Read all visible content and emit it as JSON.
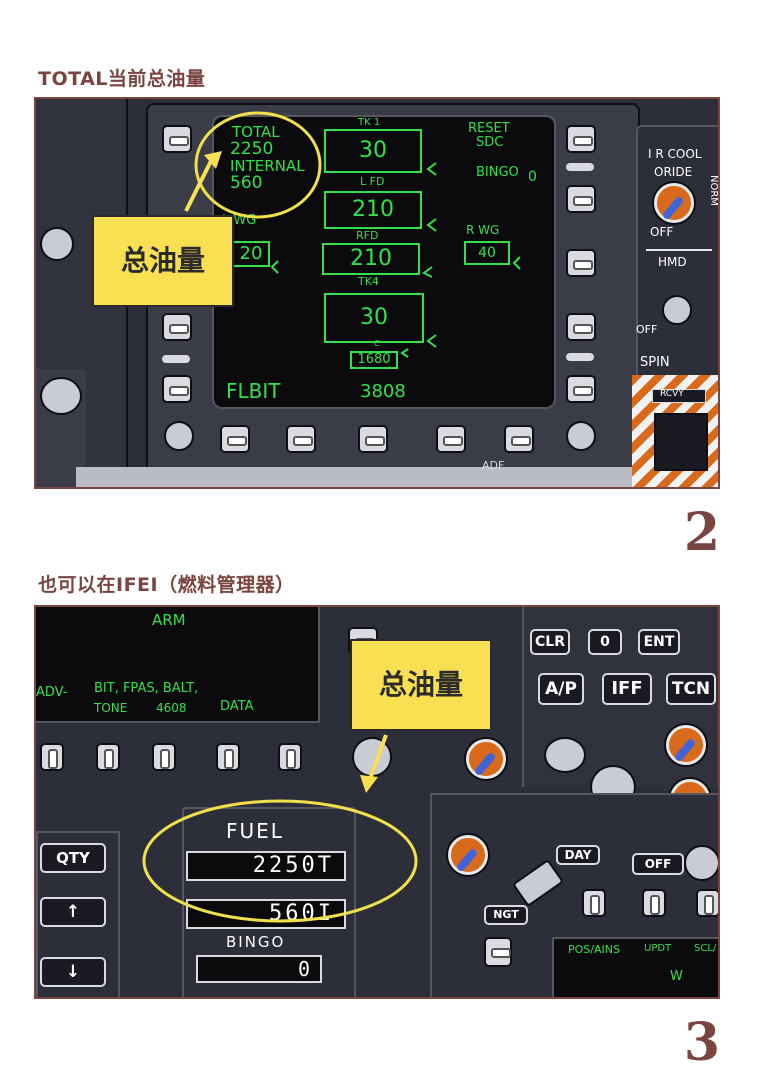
{
  "captions": {
    "top": "TOTAL当前总油量",
    "bottom": "也可以在IFEI（燃料管理器）"
  },
  "panel_numbers": {
    "top": "2",
    "bottom": "3"
  },
  "panel1": {
    "callout": "总油量",
    "ddi": {
      "total_label": "TOTAL",
      "total_value": "2250",
      "internal_label": "INTERNAL",
      "internal_value": "560",
      "tk1_label": "TK 1",
      "tk1_value": "30",
      "lfd_label": "L FD",
      "lfd_value": "210",
      "rfd_label": "RFD",
      "rfd_value": "210",
      "tk4_label": "TK4",
      "tk4_value": "30",
      "lwg_label": "L WG",
      "lwg_value": "20",
      "rwg_label": "R WG",
      "rwg_value": "40",
      "reset_label": "RESET",
      "sdc_label": "SDC",
      "bingo_label": "BINGO",
      "bingo_value": "0",
      "small_value": "1680",
      "small_label": "C",
      "flbit_label": "FLBIT",
      "flbit_value": "3808"
    },
    "right_panel": {
      "ircool": "I R COOL",
      "oride": "ORIDE",
      "norm": "NORM",
      "off1": "OFF",
      "hmd": "HMD",
      "off2": "OFF",
      "spin": "SPIN",
      "rcvy": "RCVY"
    },
    "adf_label": "ADF"
  },
  "panel2": {
    "callout": "总油量",
    "ufc": {
      "arm": "ARM",
      "adv": "ADV-",
      "bit_line": "BIT, FPAS, BALT,",
      "tone": "TONE",
      "tone_value": "4608",
      "data": "DATA"
    },
    "ifei": {
      "fuel_label": "FUEL",
      "total_value": "2250T",
      "internal_value": "560I",
      "bingo_label": "BINGO",
      "bingo_value": "0"
    },
    "left_keys": {
      "qty": "QTY",
      "up": "↑",
      "down": "↓"
    },
    "keys": {
      "clr": "CLR",
      "zero": "0",
      "ent": "ENT",
      "ap": "A/P",
      "iff": "IFF",
      "tcn": "TCN",
      "day": "DAY",
      "off": "OFF",
      "ngt": "NGT"
    },
    "bottom_display": {
      "pos": "POS/AINS",
      "updt": "UPDT",
      "scl": "SCL/",
      "w": "W"
    }
  },
  "colors": {
    "panel_bg": "#2c2e3a",
    "screen_bg": "#0b0b0e",
    "green": "#33e04a",
    "callout_yellow": "#f8e052",
    "frame": "#7a4540",
    "orange": "#d96a1c",
    "blue": "#3f63d8"
  }
}
